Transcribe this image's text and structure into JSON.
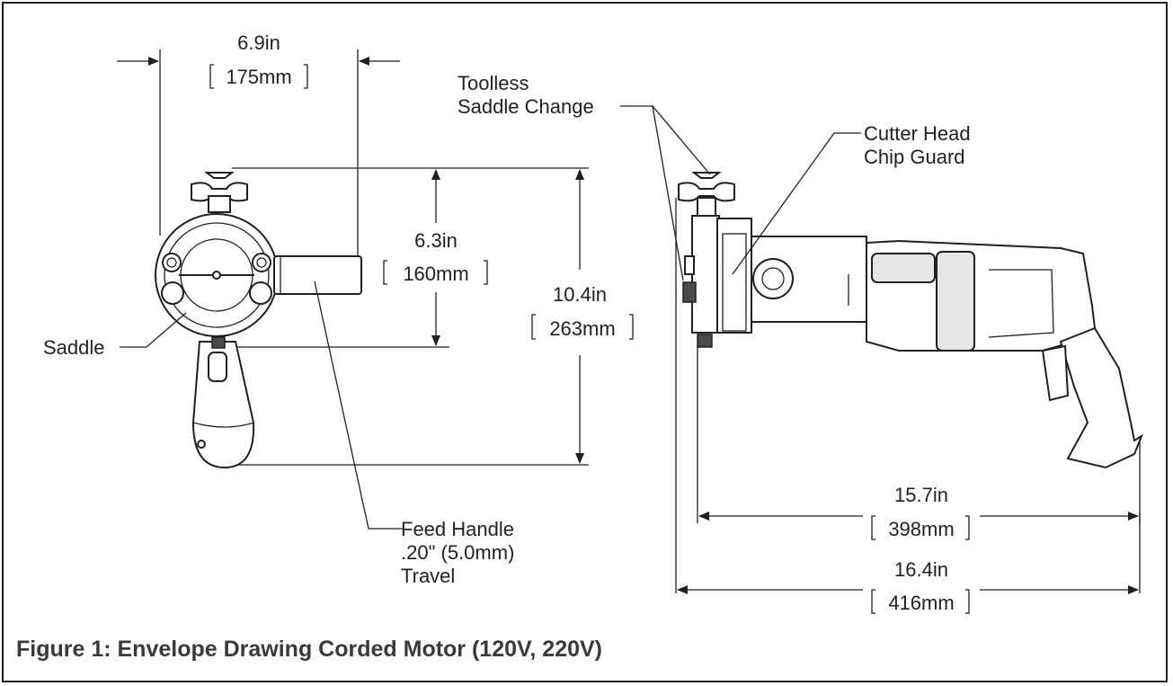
{
  "figure": {
    "caption": "Figure 1: Envelope Drawing Corded Motor (120V, 220V)"
  },
  "dimensions": {
    "width_front": {
      "inch": "6.9in",
      "mm": "175mm"
    },
    "height_saddle": {
      "inch": "6.3in",
      "mm": "160mm"
    },
    "height_total": {
      "inch": "10.4in",
      "mm": "263mm"
    },
    "length_body": {
      "inch": "15.7in",
      "mm": "398mm"
    },
    "length_total": {
      "inch": "16.4in",
      "mm": "416mm"
    }
  },
  "callouts": {
    "toolless_line1": "Toolless",
    "toolless_line2": "Saddle Change",
    "cutter_line1": "Cutter Head",
    "cutter_line2": "Chip Guard",
    "saddle": "Saddle",
    "feed_line1": "Feed Handle",
    "feed_line2": ".20\" (5.0mm)",
    "feed_line3": "Travel"
  },
  "colors": {
    "ink": "#231f20",
    "caption": "#3a3a3a"
  }
}
